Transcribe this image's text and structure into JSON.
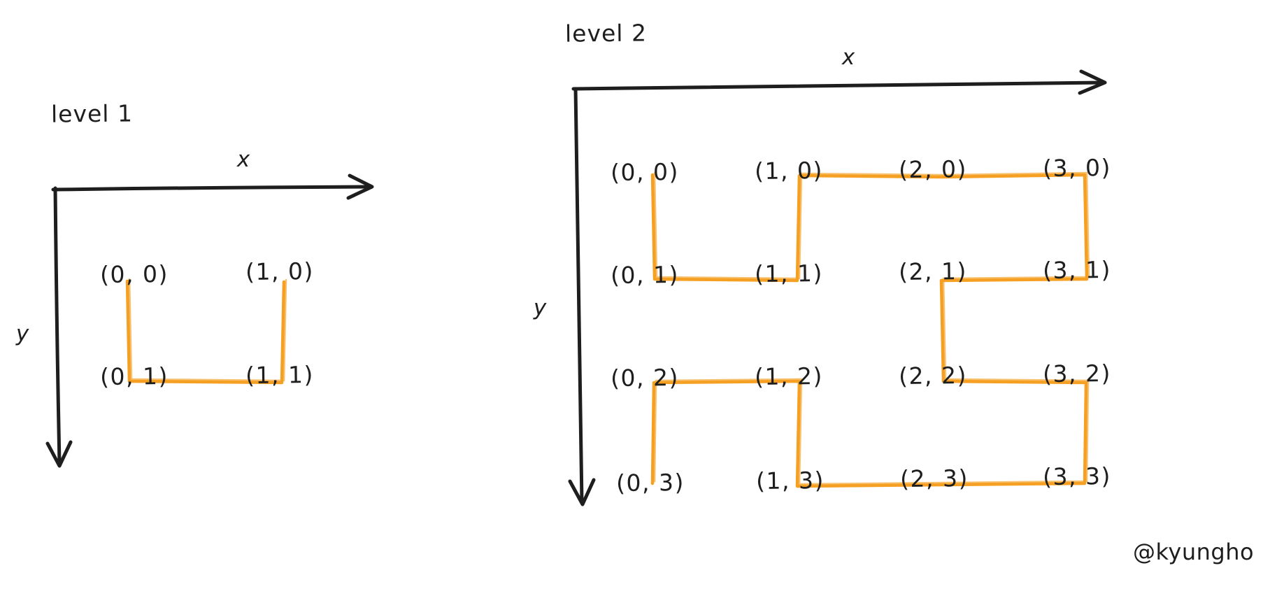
{
  "colors": {
    "ink": "#1e1e1e",
    "curve": "#f5a023",
    "background": "#ffffff"
  },
  "signature": "@kyungho",
  "diagrams": [
    {
      "title": "level 1",
      "x_axis_label": "x",
      "y_axis_label": "y",
      "point_labels": [
        [
          "(0, 0)",
          "(1, 0)"
        ],
        [
          "(0, 1)",
          "(1, 1)"
        ]
      ],
      "curve_order": [
        [
          0,
          0
        ],
        [
          0,
          1
        ],
        [
          1,
          1
        ],
        [
          1,
          0
        ]
      ]
    },
    {
      "title": "level 2",
      "x_axis_label": "x",
      "y_axis_label": "y",
      "point_labels": [
        [
          "(0, 0)",
          "(1, 0)",
          "(2, 0)",
          "(3, 0)"
        ],
        [
          "(0, 1)",
          "(1, 1)",
          "(2, 1)",
          "(3, 1)"
        ],
        [
          "(0, 2)",
          "(1, 2)",
          "(2, 2)",
          "(3, 2)"
        ],
        [
          "(0, 3)",
          "(1, 3)",
          "(2, 3)",
          "(3, 3)"
        ]
      ],
      "curve_order": [
        [
          0,
          0
        ],
        [
          0,
          1
        ],
        [
          1,
          1
        ],
        [
          1,
          0
        ],
        [
          2,
          0
        ],
        [
          3,
          0
        ],
        [
          3,
          1
        ],
        [
          2,
          1
        ],
        [
          2,
          2
        ],
        [
          3,
          2
        ],
        [
          3,
          3
        ],
        [
          2,
          3
        ],
        [
          1,
          3
        ],
        [
          1,
          2
        ],
        [
          0,
          2
        ],
        [
          0,
          3
        ]
      ]
    }
  ]
}
